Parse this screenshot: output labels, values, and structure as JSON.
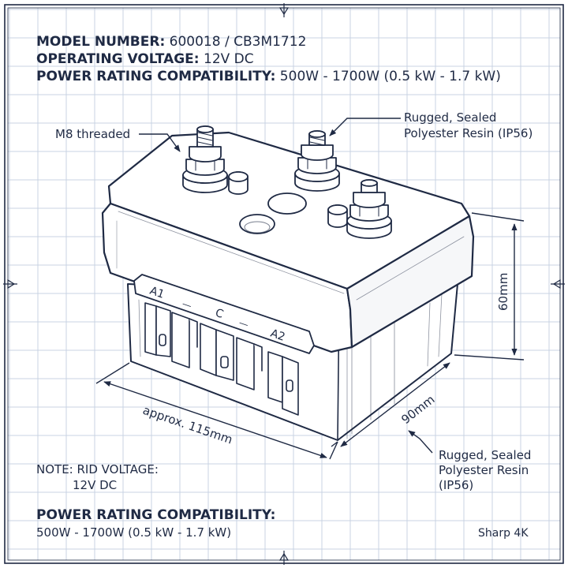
{
  "header": {
    "model_label": "MODEL NUMBER:",
    "model_value": " 600018 / CB3M1712",
    "voltage_label": "OPERATING VOLTAGE:",
    "voltage_value": " 12V DC",
    "power_label": "POWER RATING COMPATIBILITY:",
    "power_value": " 500W - 1700W (0.5 kW - 1.7 kW)"
  },
  "callouts": {
    "stud": "M8 threaded",
    "top_resin_line1": "Rugged, Sealed",
    "top_resin_line2": "Polyester Resin (IP56)",
    "bottom_resin_line1": "Rugged, Sealed",
    "bottom_resin_line2": "Polyester Resin",
    "bottom_resin_line3": "(IP56)"
  },
  "terminals": {
    "a1": "A1",
    "c": "C",
    "a2": "A2",
    "dash1": "—",
    "dash2": "—"
  },
  "dimensions": {
    "height": "60mm",
    "depth": "90mm",
    "length": "approx. 115mm"
  },
  "note": {
    "line1": "NOTE: RID VOLTAGE:",
    "line2": "12V DC"
  },
  "footer": {
    "power_label": "POWER RATING COMPATIBILITY:",
    "power_value": "500W - 1700W (0.5 kW - 1.7 kW)",
    "tag": "Sharp 4K"
  },
  "colors": {
    "ink": "#1f2a44",
    "grid": "#c9d3e3",
    "paper": "#ffffff",
    "resin": "#f6f7f9"
  }
}
